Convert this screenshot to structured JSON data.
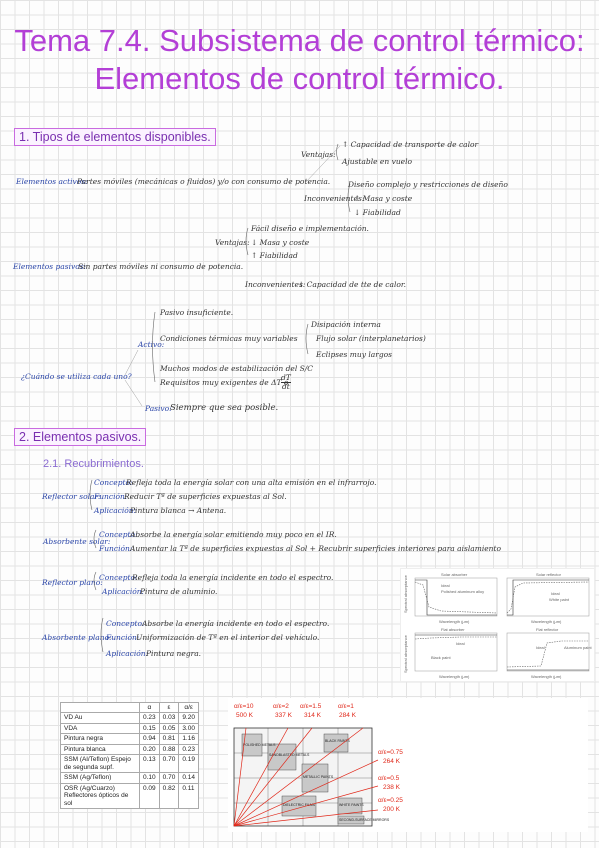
{
  "title": {
    "line1": "Tema 7.4. Subsistema de control térmico:",
    "line2": "Elementos de control térmico."
  },
  "section1": {
    "heading": "1. Tipos de elementos disponibles.",
    "activos": {
      "label": "Elementos activos:",
      "desc": "Partes móviles (mecánicas o fluidos) y/o con consumo de potencia.",
      "ventajas_label": "Ventajas:",
      "ventajas": [
        "↑ Capacidad de transporte de calor",
        "Ajustable en vuelo"
      ],
      "inconv_label": "Inconvenientes:",
      "inconv": [
        "Diseño complejo y restricciones de diseño",
        "↑ Masa y coste",
        "↓ Fiabilidad"
      ]
    },
    "pasivos": {
      "label": "Elementos pasivos:",
      "desc": "Sin partes móviles ni consumo de potencia.",
      "ventajas_label": "Ventajas:",
      "ventajas": [
        "Fácil diseño e implementación.",
        "↓ Masa y coste",
        "↑ Fiabilidad"
      ],
      "inconv_label": "Inconvenientes:",
      "inconv": [
        "↓ Capacidad de tte de calor."
      ]
    },
    "cuando": {
      "question": "¿Cuándo se utiliza cada uno?",
      "activo_label": "Activo:",
      "activo_items": [
        "Pasivo insuficiente.",
        "Condiciones térmicas muy variables",
        "Muchos modos de estabilización del S/C",
        "Requisitos muy exigentes de ΔT ó"
      ],
      "variables_sub": [
        "Disipación interna",
        "Flujo solar (interplanetarios)",
        "Eclipses muy largos"
      ],
      "dt_num": "dT",
      "dt_den": "dt",
      "pasivo_label": "Pasivo:",
      "pasivo_text": "Siempre que sea posible."
    }
  },
  "section2": {
    "heading": "2. Elementos pasivos.",
    "sub": "2.1. Recubrimientos.",
    "reflector_solar": {
      "label": "Reflector solar:",
      "rows": [
        {
          "k": "Concepto:",
          "v": "Refleja toda la energía solar con una alta emisión en el infrarrojo."
        },
        {
          "k": "Función:",
          "v": "Reducir Tª de superficies expuestas al Sol."
        },
        {
          "k": "Aplicación:",
          "v": "Pintura blanca → Antena."
        }
      ]
    },
    "absorbente_solar": {
      "label": "Absorbente solar:",
      "rows": [
        {
          "k": "Concepto:",
          "v": "Absorbe la energía solar emitiendo muy poco en el IR."
        },
        {
          "k": "Función:",
          "v": "Aumentar la Tª de superficies expuestas al Sol + Recubrir superficies interiores para aislamiento"
        }
      ]
    },
    "reflector_plano": {
      "label": "Reflector plano:",
      "rows": [
        {
          "k": "Concepto:",
          "v": "Refleja toda la energía incidente en todo el espectro."
        },
        {
          "k": "Aplicación:",
          "v": "Pintura de aluminio."
        }
      ]
    },
    "absorbente_plano": {
      "label": "Absorbente plano:",
      "rows": [
        {
          "k": "Concepto:",
          "v": "Absorbe la energía incidente en todo el espectro."
        },
        {
          "k": "Función:",
          "v": "Uniformización de Tª en el interior del vehículo."
        },
        {
          "k": "Aplicación:",
          "v": "Pintura negra."
        }
      ]
    }
  },
  "plots": {
    "panels": [
      {
        "title": "Solar absorber",
        "legend": [
          "Ideal",
          "Polished aluminum alloy"
        ]
      },
      {
        "title": "Solar reflector",
        "legend": [
          "Ideal",
          "White paint"
        ]
      },
      {
        "title": "Flat absorber",
        "legend": [
          "Ideal",
          "Black paint"
        ]
      },
      {
        "title": "Flat reflector",
        "legend": [
          "Ideal",
          "Aluminum paint"
        ]
      }
    ],
    "xlabel": "Wavelength (μm)",
    "ylabel": "Spectral absorptance",
    "x_ticks": [
      "0",
      "10",
      "15",
      "20"
    ]
  },
  "table": {
    "headers": [
      "",
      "α",
      "ε",
      "α/ε"
    ],
    "rows": [
      [
        "VD Au",
        "0.23",
        "0.03",
        "9.20"
      ],
      [
        "VDA",
        "0.15",
        "0.05",
        "3.00"
      ],
      [
        "Pintura negra",
        "0.94",
        "0.81",
        "1.16"
      ],
      [
        "Pintura blanca",
        "0.20",
        "0.88",
        "0.23"
      ],
      [
        "SSM (Al/Teflon) Espejo de segunda supf.",
        "0.13",
        "0.70",
        "0.19"
      ],
      [
        "SSM (Ag/Teflon)",
        "0.10",
        "0.70",
        "0.14"
      ],
      [
        "OSR (Ag/Cuarzo) Reflectores ópticos de sol",
        "0.09",
        "0.82",
        "0.11"
      ]
    ]
  },
  "chart": {
    "top_labels": [
      {
        "ratio": "α/ε=10",
        "temp": "500 K"
      },
      {
        "ratio": "α/ε=2",
        "temp": "337 K"
      },
      {
        "ratio": "α/ε=1.5",
        "temp": "314 K"
      },
      {
        "ratio": "α/ε=1",
        "temp": "284 K"
      }
    ],
    "right_labels": [
      {
        "ratio": "α/ε=0.75",
        "temp": "264 K"
      },
      {
        "ratio": "α/ε=0.5",
        "temp": "238 K"
      },
      {
        "ratio": "α/ε=0.25",
        "temp": "200 K"
      }
    ],
    "region_labels": [
      "POLISHED METALS",
      "SANDBLASTED METALS",
      "BLACK PAINTS",
      "METALLIC PAINTS",
      "DIELECTRIC FILMS",
      "WHITE PAINTS",
      "SECOND-SURFACE MIRRORS"
    ]
  },
  "colors": {
    "title": "#b33fd6",
    "heading": "#7a2fb0",
    "blue_ink": "#2b46a8",
    "red_chart": "#e0281a"
  }
}
